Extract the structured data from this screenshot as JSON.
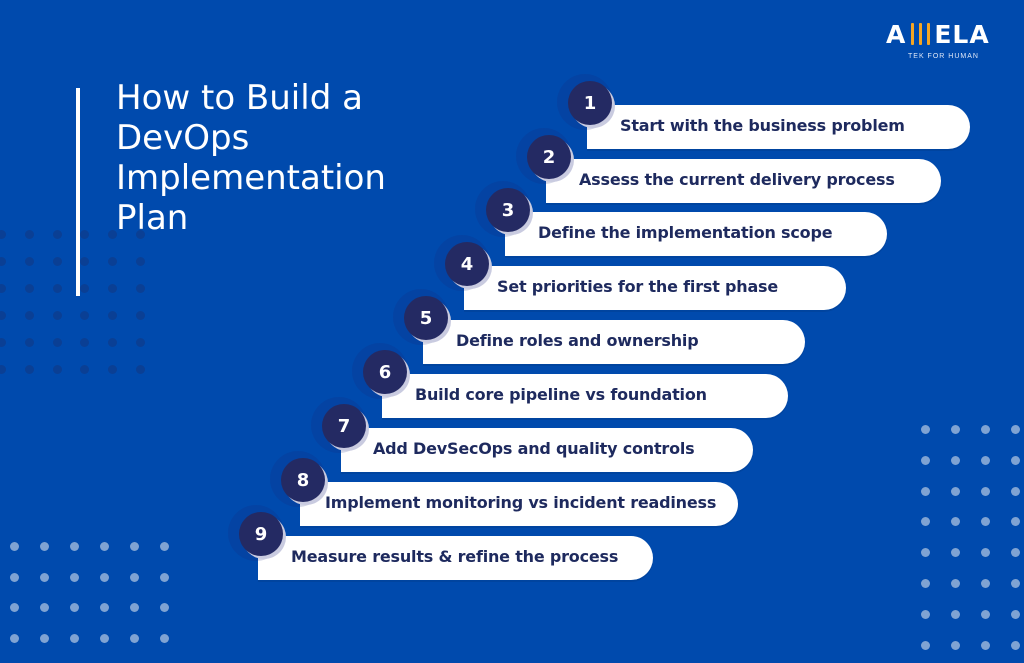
{
  "brand": {
    "logo_left": "A",
    "logo_right": "ELA",
    "tagline": "TEK FOR HUMAN",
    "accent_color": "#f5a623"
  },
  "title": {
    "lines": [
      "How to Build a",
      "DevOps",
      "Implementation",
      "Plan"
    ]
  },
  "colors": {
    "background": "#004aad",
    "circle": "#242a63",
    "pill": "#ffffff",
    "pill_text": "#1e2a5e",
    "dot_light": "#7fa3d3",
    "dot_dark": "#0a3f94"
  },
  "steps": [
    {
      "number": "1",
      "label": "Start with the business problem"
    },
    {
      "number": "2",
      "label": "Assess the current delivery process"
    },
    {
      "number": "3",
      "label": "Define the implementation scope"
    },
    {
      "number": "4",
      "label": "Set priorities for the first phase"
    },
    {
      "number": "5",
      "label": "Define roles and ownership"
    },
    {
      "number": "6",
      "label": "Build core pipeline vs foundation"
    },
    {
      "number": "7",
      "label": "Add DevSecOps and quality controls"
    },
    {
      "number": "8",
      "label": "Implement monitoring vs incident readiness"
    },
    {
      "number": "9",
      "label": "Measure results & refine the process"
    }
  ]
}
